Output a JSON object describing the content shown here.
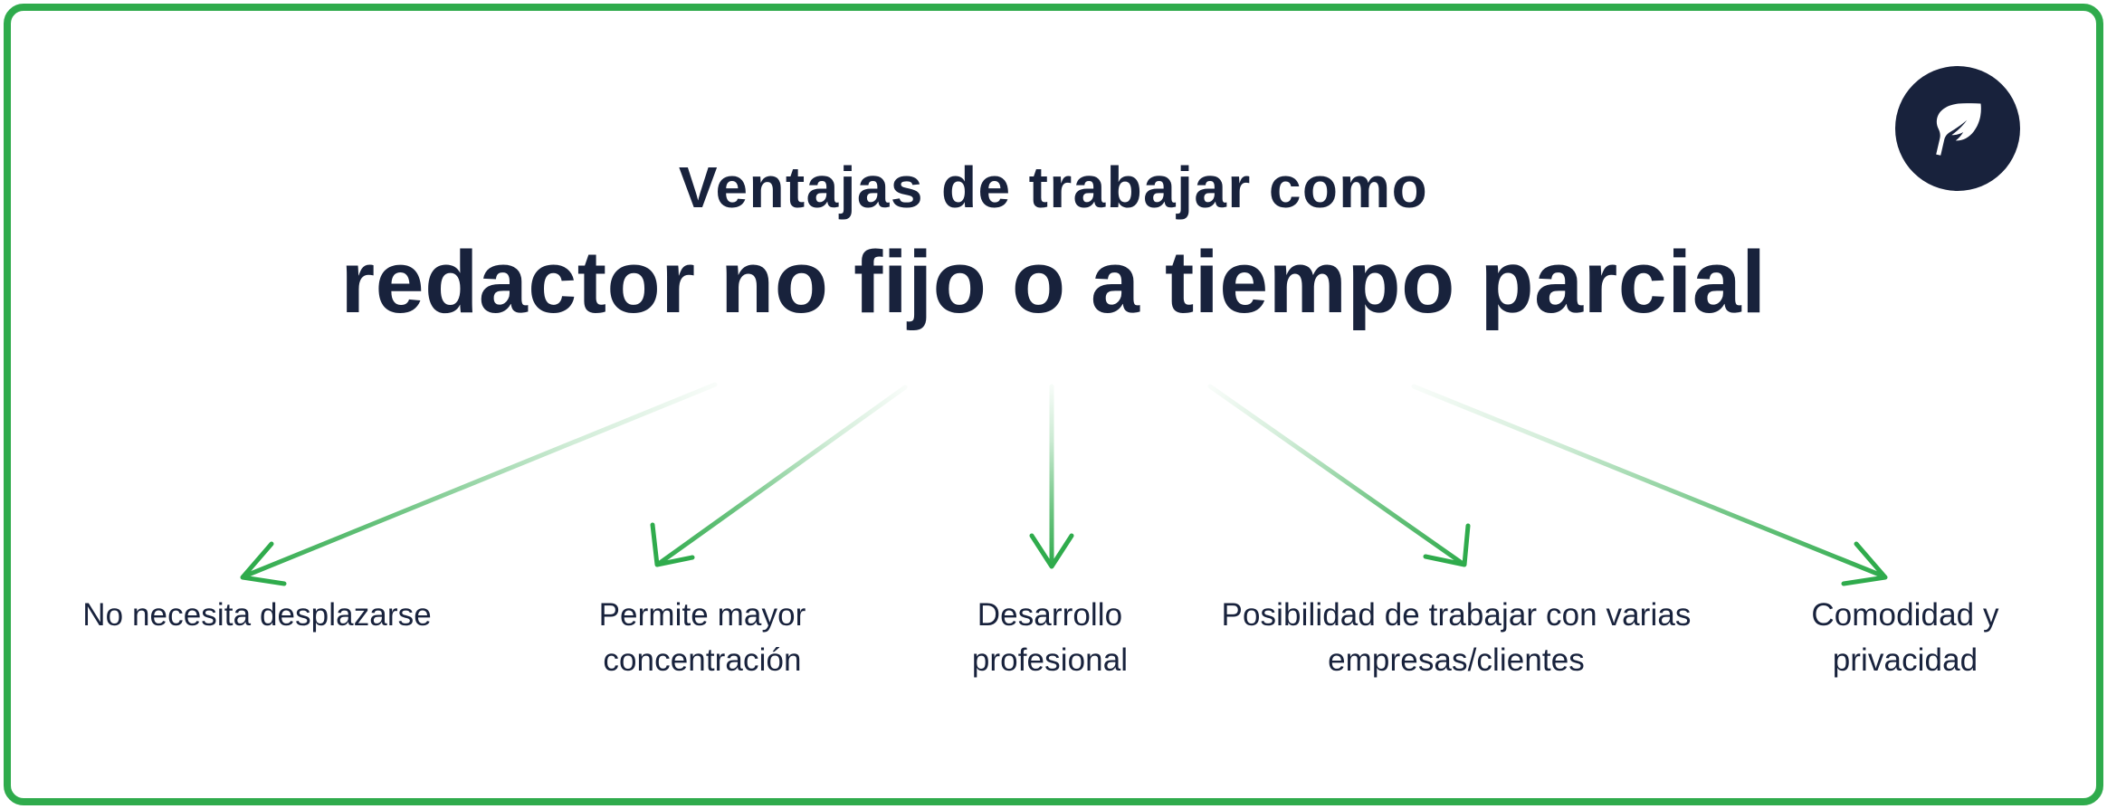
{
  "card": {
    "border_color": "#2fab4c",
    "background": "#ffffff",
    "text_color": "#18223c"
  },
  "logo": {
    "icon": "feather-quill-icon",
    "circle_color": "#18223c",
    "mark_color": "#ffffff"
  },
  "title": {
    "line1": "Ventajas de trabajar como",
    "line2": "redactor no fijo o a tiempo parcial"
  },
  "benefits": [
    {
      "label": "No necesita desplazarse"
    },
    {
      "label": "Permite mayor concentración"
    },
    {
      "label": "Desarrollo profesional"
    },
    {
      "label": "Posibilidad de trabajar con varias empresas/clientes"
    },
    {
      "label": "Comodidad y privacidad"
    }
  ],
  "arrows": {
    "color_start": "#f2faf3",
    "color_end": "#2fab4c",
    "count": 5
  }
}
